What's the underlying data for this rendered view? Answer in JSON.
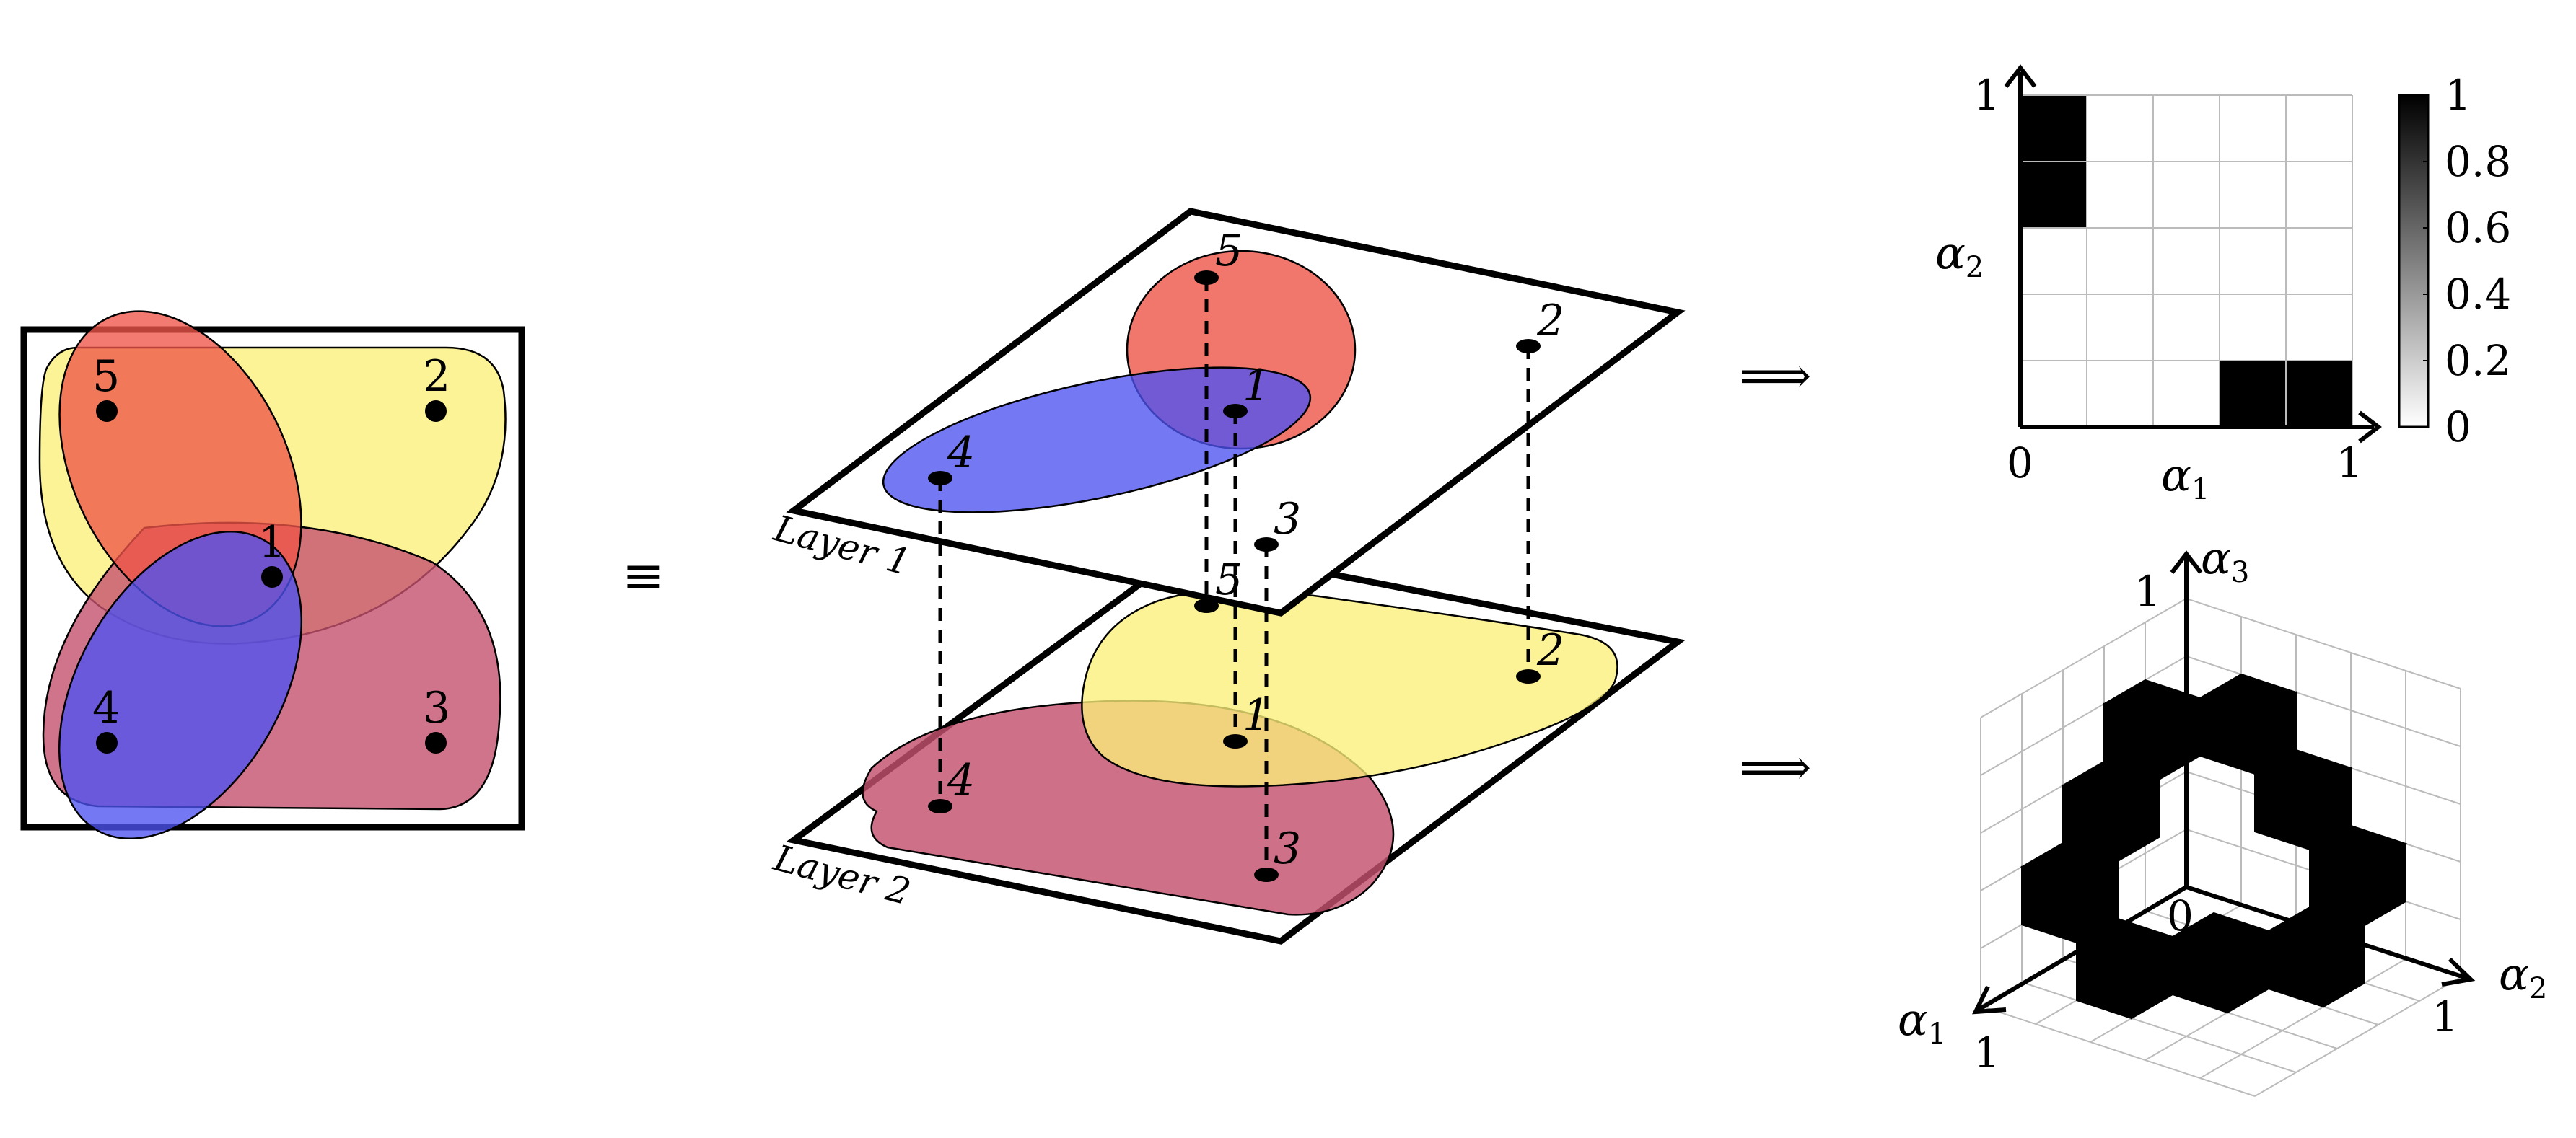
{
  "nodes": [
    "1",
    "2",
    "3",
    "4",
    "5"
  ],
  "layers": [
    "Layer 1",
    "Layer 2"
  ],
  "symbols": {
    "equiv": "≡",
    "implies": "⟹"
  },
  "colors": {
    "red": "#ee5549",
    "yellow": "#fbf07a",
    "blue": "#4d52ef",
    "mauve": "#c4516f",
    "black": "#000000",
    "grid": "#bbbbbb"
  },
  "top_right_plot": {
    "type": "heatmap",
    "grid_size": [
      5,
      5
    ],
    "x_label": "α",
    "x_label_sub": "1",
    "y_label": "α",
    "y_label_sub": "2",
    "x_ticks": [
      "0",
      "1"
    ],
    "y_ticks": [
      "1"
    ],
    "filled_cells": [
      [
        0,
        3
      ],
      [
        0,
        4
      ],
      [
        3,
        0
      ],
      [
        4,
        0
      ]
    ],
    "colorbar": {
      "min": 0,
      "max": 1,
      "ticks": [
        "1",
        "0.8",
        "0.6",
        "0.4",
        "0.2",
        "0"
      ]
    }
  },
  "bottom_right_plot": {
    "type": "3d-voxel",
    "grid_size": 5,
    "axes": [
      {
        "label": "α",
        "sub": "1",
        "tick": "1"
      },
      {
        "label": "α",
        "sub": "2",
        "tick": "1"
      },
      {
        "label": "α",
        "sub": "3",
        "tick": "1"
      }
    ],
    "origin_label": "0"
  }
}
